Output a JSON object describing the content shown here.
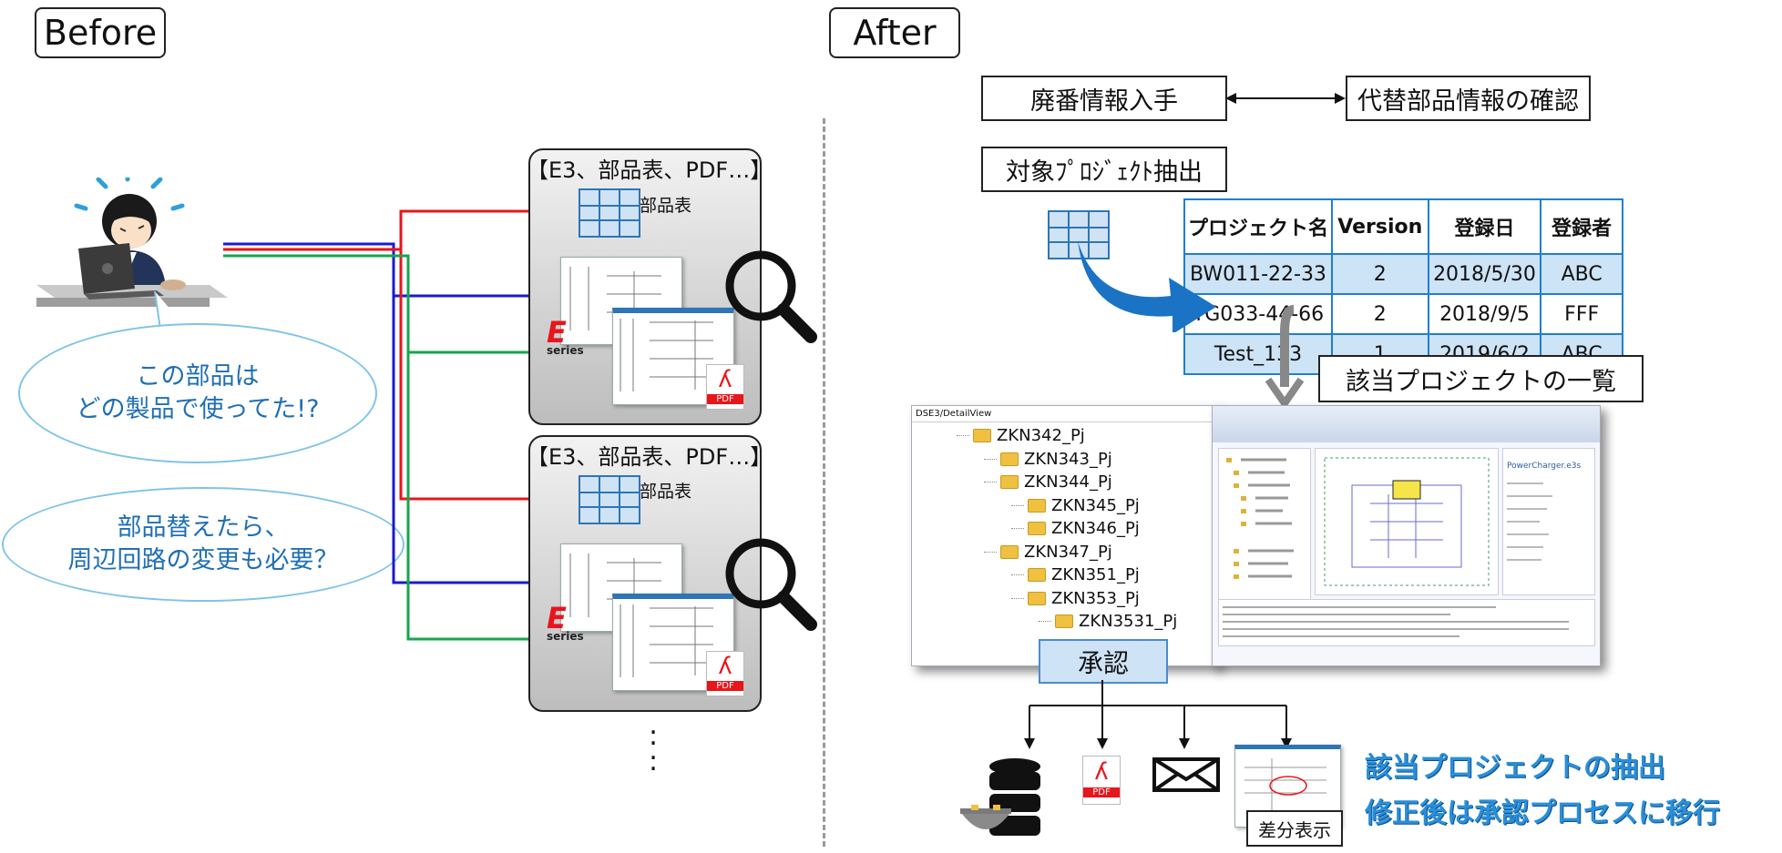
{
  "before_label": "Before",
  "after_label": "After",
  "panel_title": "【E3、部品表、PDF…】",
  "bom_label": "部品表",
  "ellipsis": ":",
  "bubble1": {
    "line1": "この部品は",
    "line2": "どの製品で使ってた!?"
  },
  "bubble2": {
    "line1": "部品替えたら、",
    "line2": "周辺回路の変更も必要？"
  },
  "flow": {
    "obsolete_info": "廃番情報入手",
    "alt_part_check": "代替部品情報の確認",
    "extract_projects": "対象ﾌﾟﾛｼﾞｪｸﾄ抽出"
  },
  "project_table": {
    "headers": [
      "プロジェクト名",
      "Version",
      "登録日",
      "登録者"
    ],
    "rows": [
      [
        "BW011-22-33",
        "2",
        "2018/5/30",
        "ABC"
      ],
      [
        "TG033-44-66",
        "2",
        "2018/9/5",
        "FFF"
      ],
      [
        "Test_133",
        "1",
        "2019/6/2",
        "ABC"
      ]
    ]
  },
  "project_list_label": "該当プロジェクトの一覧",
  "detail_view_title": "DSE3/DetailView",
  "tree": [
    {
      "label": "ZKN342_Pj",
      "level": 0
    },
    {
      "label": "ZKN343_Pj",
      "level": 1
    },
    {
      "label": "ZKN344_Pj",
      "level": 1
    },
    {
      "label": "ZKN345_Pj",
      "level": 2
    },
    {
      "label": "ZKN346_Pj",
      "level": 2
    },
    {
      "label": "ZKN347_Pj",
      "level": 1
    },
    {
      "label": "ZKN351_Pj",
      "level": 2
    },
    {
      "label": "ZKN353_Pj",
      "level": 2
    },
    {
      "label": "ZKN3531_Pj",
      "level": 3
    }
  ],
  "screenshot_panel_title": "PowerCharger.e3s",
  "approve_label": "承認",
  "diff_label": "差分表示",
  "caption_line1": "該当プロジェクトの抽出",
  "caption_line2": "修正後は承認プロセスに移行",
  "pdf_label": "PDF",
  "series_label": "series",
  "colors": {
    "red": "#e8151b",
    "blue": "#1a1ad0",
    "green": "#16a64b",
    "accent": "#2a8fd8"
  }
}
